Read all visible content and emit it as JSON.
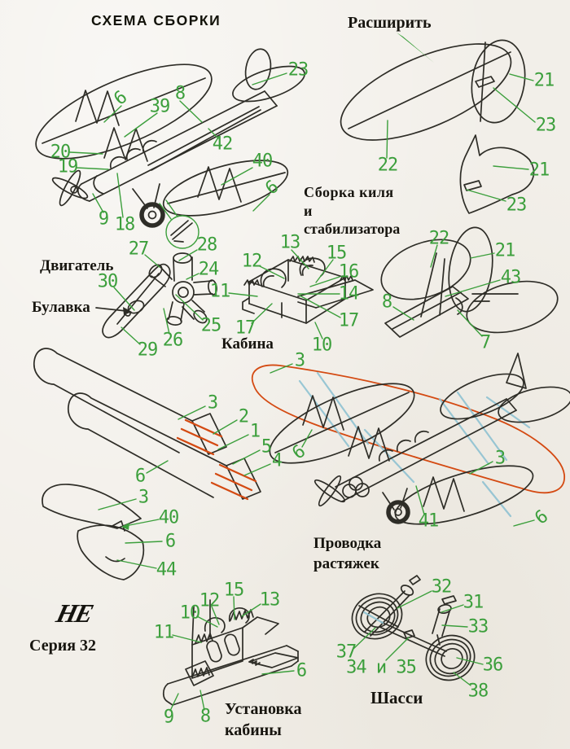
{
  "title": "СХЕМА СБОРКИ",
  "labels": {
    "expand": "Расширить",
    "fin_assembly_l1": "Сборка киля",
    "fin_assembly_l2": "и",
    "fin_assembly_l3": "стабилизатора",
    "engine": "Двигатель",
    "pin": "Булавка",
    "cabin": "Кабина",
    "rigging_l1": "Проводка",
    "rigging_l2": "растяжек",
    "logo": "НЕ",
    "series": "Серия 32",
    "cabin_install_l1": "Установка",
    "cabin_install_l2": "кабины",
    "chassis": "Шасси"
  },
  "callouts": {
    "top_plane": [
      "23",
      "8",
      "39",
      "6",
      "20",
      "19",
      "42",
      "40",
      "6",
      "9",
      "18"
    ],
    "tail_expand": [
      "21",
      "23",
      "22",
      "21",
      "23"
    ],
    "fin_assembly": [
      "22",
      "21",
      "43",
      "8",
      "7"
    ],
    "engine": [
      "27",
      "28",
      "24",
      "30",
      "25",
      "26",
      "29"
    ],
    "cabin": [
      "13",
      "15",
      "12",
      "16",
      "11",
      "14",
      "17",
      "17",
      "10"
    ],
    "wing_halves": [
      "3",
      "2",
      "1",
      "5",
      "4",
      "6"
    ],
    "rigging": [
      "3",
      "3",
      "6",
      "41",
      "6"
    ],
    "tail_tips": [
      "3",
      "40",
      "6",
      "44"
    ],
    "cabin_install": [
      "15",
      "12",
      "13",
      "10",
      "11",
      "6",
      "9",
      "8"
    ],
    "chassis": [
      "32",
      "31",
      "33",
      "37",
      "34 и 35",
      "36",
      "38"
    ]
  },
  "colors": {
    "paper": "#f2efe9",
    "ink": "#2e2d27",
    "callout_green": "#3c9f3c",
    "highlight_orange": "#d44a12",
    "rigging_cyan": "#8fc2d2",
    "label_black": "#17150f"
  }
}
